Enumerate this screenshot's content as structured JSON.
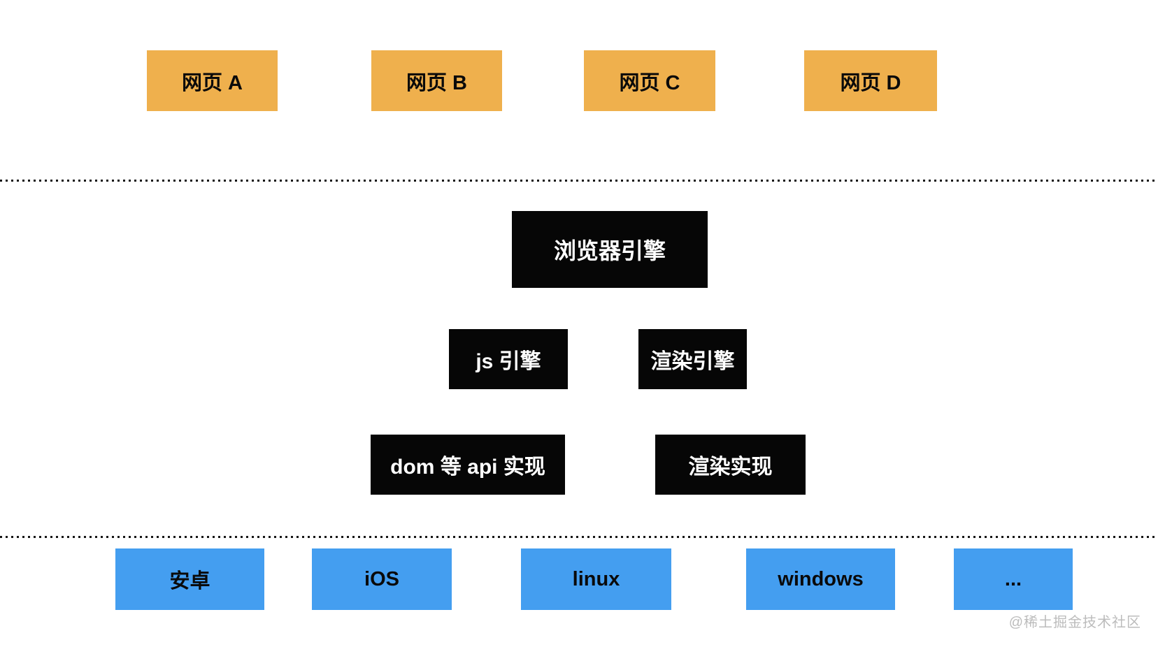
{
  "pages": [
    {
      "label": "网页 A"
    },
    {
      "label": "网页 B"
    },
    {
      "label": "网页 C"
    },
    {
      "label": "网页 D"
    }
  ],
  "browser_engine": {
    "label": "浏览器引擎"
  },
  "engines": [
    {
      "label": "js 引擎"
    },
    {
      "label": "渲染引擎"
    }
  ],
  "implementations": [
    {
      "label": "dom 等 api 实现"
    },
    {
      "label": "渲染实现"
    }
  ],
  "platforms": [
    {
      "label": "安卓"
    },
    {
      "label": "iOS"
    },
    {
      "label": "linux"
    },
    {
      "label": "windows"
    },
    {
      "label": "..."
    }
  ],
  "watermark": {
    "text": "@稀土掘金技术社区"
  },
  "colors": {
    "page_box": "#EFB04D",
    "engine_box": "#060606",
    "platform_box": "#449EF0",
    "box_text_dark": "#0A0A0A",
    "box_text_light": "#FFFFFF",
    "separator": "#161616",
    "watermark": "#BCBCBC",
    "background": "#FFFFFF"
  }
}
